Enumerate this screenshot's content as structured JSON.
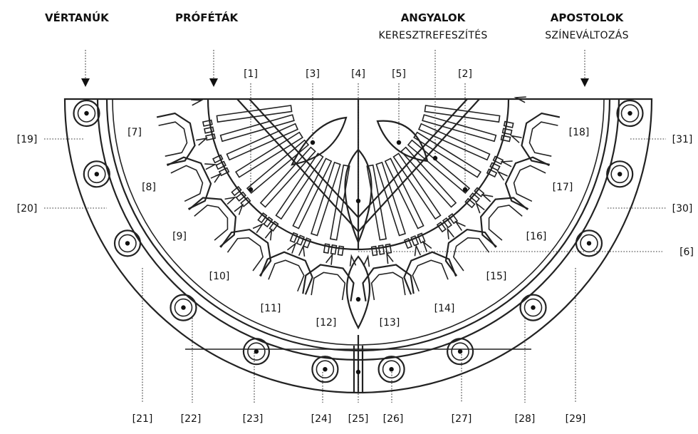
{
  "headers": {
    "martyrs": "VÉRTANÚK",
    "prophets": "PRÓFÉTÁK",
    "angels": "ANGYALOK",
    "crucifixion": "KERESZTREFESZÍTÉS",
    "apostles": "APOSTOLOK",
    "transfiguration": "SZÍNEVÁLTOZÁS"
  },
  "labels": {
    "l1": "[1]",
    "l2": "[2]",
    "l3": "[3]",
    "l4": "[4]",
    "l5": "[5]",
    "l6": "[6]",
    "l7": "[7]",
    "l8": "[8]",
    "l9": "[9]",
    "l10": "[10]",
    "l11": "[11]",
    "l12": "[12]",
    "l13": "[13]",
    "l14": "[14]",
    "l15": "[15]",
    "l16": "[16]",
    "l17": "[17]",
    "l18": "[18]",
    "l19": "[19]",
    "l20": "[20]",
    "l21": "[21]",
    "l22": "[22]",
    "l23": "[23]",
    "l24": "[24]",
    "l25": "[25]",
    "l26": "[26]",
    "l27": "[27]",
    "l28": "[28]",
    "l29": "[29]",
    "l30": "[30]",
    "l31": "[31]"
  }
}
